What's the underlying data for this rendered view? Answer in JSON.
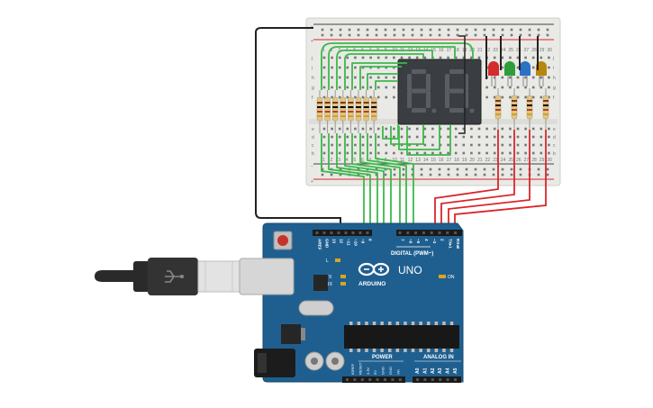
{
  "colors": {
    "board": "#1f5f8f",
    "breadboard": "#e9e9e6",
    "wire_data": "#3cb84a",
    "wire_led": "#d9262b",
    "wire_gnd": "#222222",
    "led_colors": [
      "#d42b2b",
      "#2d9e3a",
      "#2a73c4",
      "#b8860b"
    ]
  },
  "board": {
    "model": "UNO",
    "brand": "ARDUINO",
    "digital_label": "DIGITAL (PWM~)",
    "power_label": "POWER",
    "analog_label": "ANALOG IN",
    "on_label": "ON",
    "led_l": "L",
    "led_tx": "TX",
    "led_rx": "RX",
    "top_pins": [
      "AREF",
      "GND",
      "13",
      "12",
      "~11",
      "~10",
      "~9",
      "8",
      "7",
      "~6",
      "~5",
      "4",
      "~3",
      "2",
      "TX▸1",
      "RX◂0"
    ],
    "power_pins": [
      "IOREF",
      "RESET",
      "3.3V",
      "5V",
      "GND",
      "GND",
      "Vin"
    ],
    "analog_pins": [
      "A0",
      "A1",
      "A2",
      "A3",
      "A4",
      "A5"
    ]
  },
  "breadboard": {
    "row_letters_top": [
      "j",
      "i",
      "h",
      "g",
      "f"
    ],
    "row_letters_bottom": [
      "e",
      "d",
      "c",
      "b",
      "a"
    ],
    "col_numbers": [
      "1",
      "2",
      "3",
      "4",
      "5",
      "6",
      "7",
      "8",
      "9",
      "10",
      "11",
      "12",
      "13",
      "14",
      "15",
      "16",
      "17",
      "18",
      "19",
      "20",
      "21",
      "22",
      "23",
      "24",
      "25",
      "26",
      "27",
      "28",
      "29",
      "30"
    ]
  },
  "display": {
    "digits": [
      "8.",
      "8."
    ]
  },
  "icons": {
    "usb": "usb-icon"
  }
}
